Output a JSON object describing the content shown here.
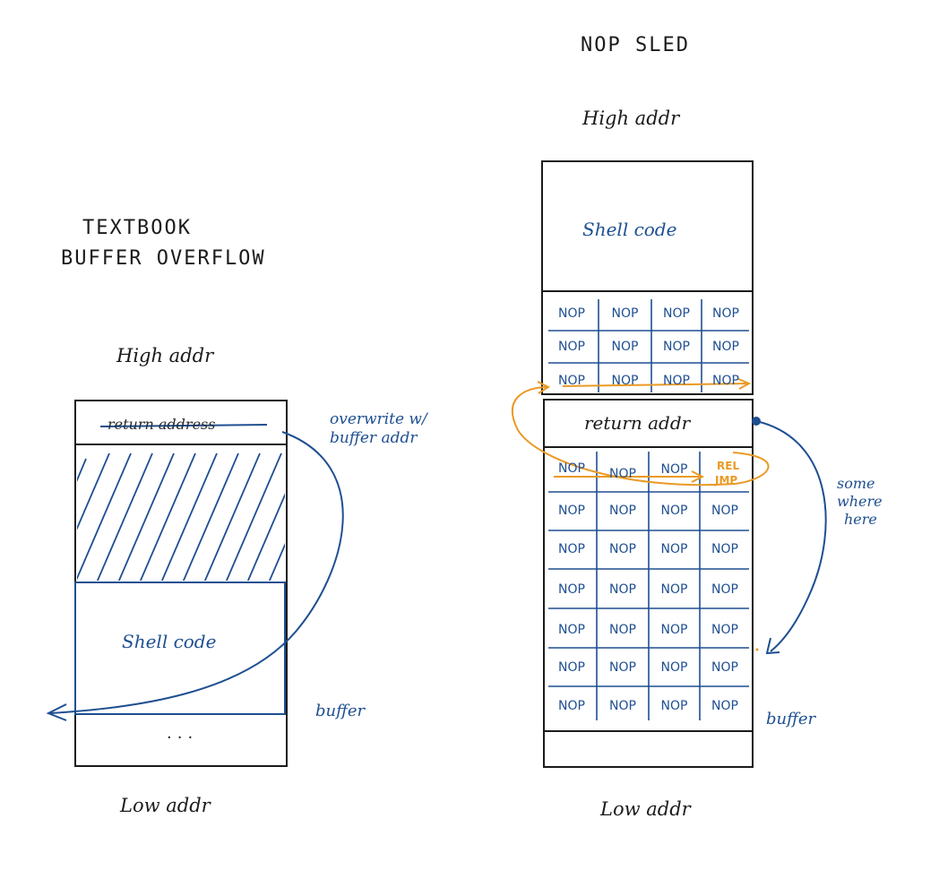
{
  "left": {
    "title_line1": "TEXTBOOK",
    "title_line2": "BUFFER OVERFLOW",
    "high_addr": "High addr",
    "low_addr": "Low addr",
    "return_address": "return address",
    "shell_code": "Shell code",
    "ellipsis": "...",
    "overwrite_note_line1": "overwrite w/",
    "overwrite_note_line2": "buffer addr",
    "buffer": "buffer"
  },
  "right": {
    "title": "NOP SLED",
    "high_addr": "High addr",
    "low_addr": "Low addr",
    "shell_code": "Shell code",
    "return_addr": "return addr",
    "nop": "NOP",
    "rel": "REL",
    "jmp": "JMP",
    "somewhere_line1": "some",
    "somewhere_line2": "where",
    "somewhere_line3": "here",
    "buffer": "buffer"
  },
  "colors": {
    "ink": "#1b1b1b",
    "pen_blue": "#1e4f91",
    "highlight_orange": "#e99a25"
  }
}
